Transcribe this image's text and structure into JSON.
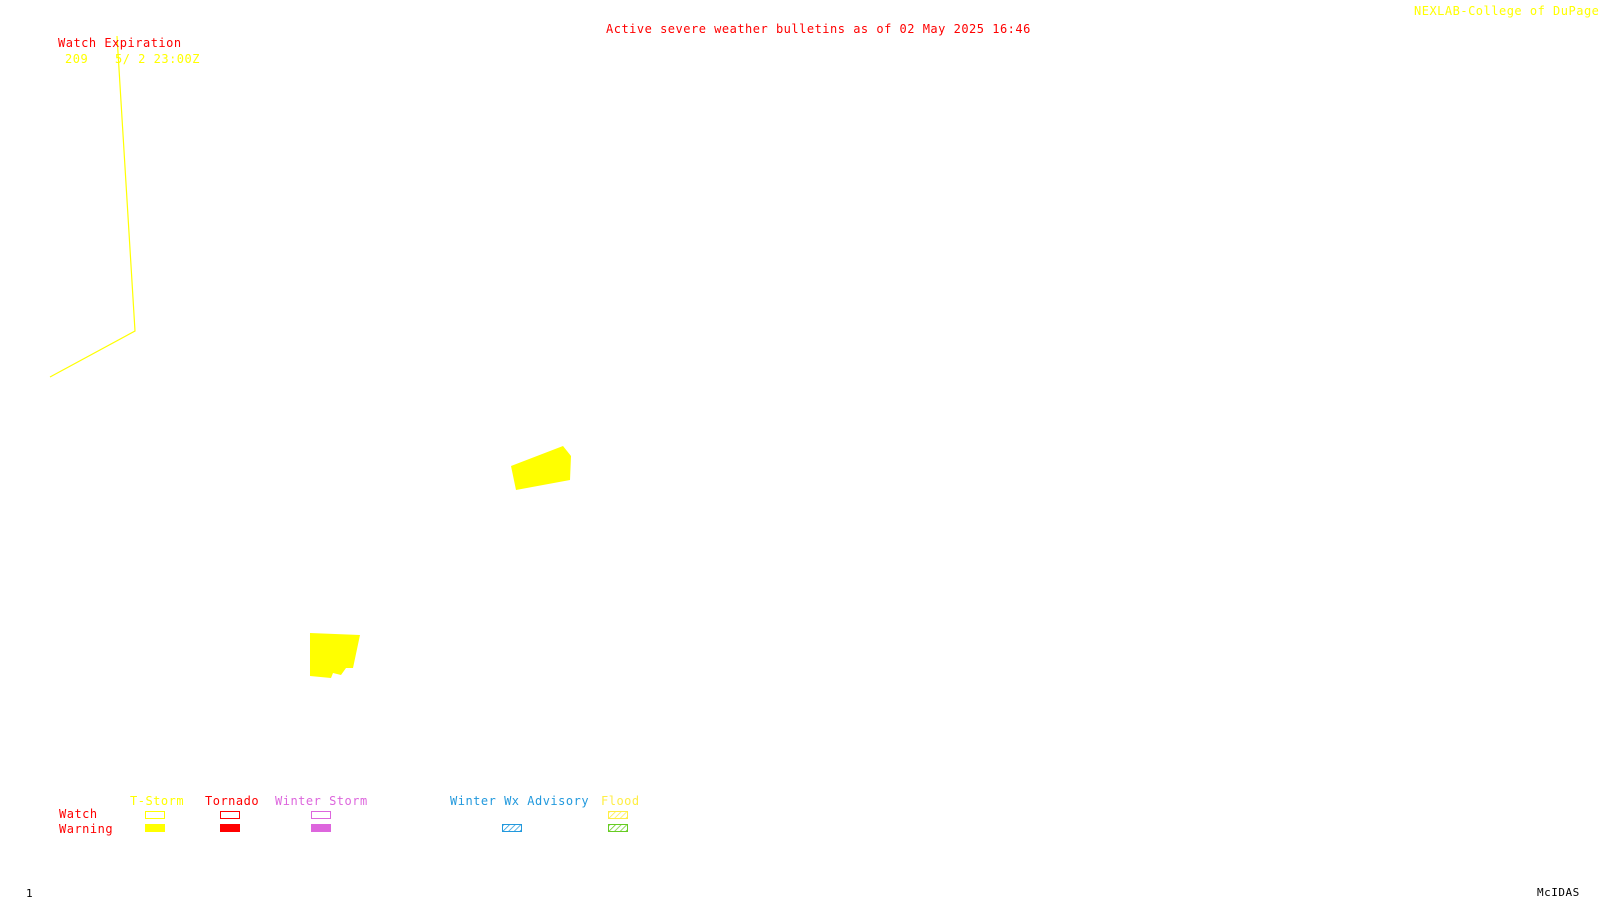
{
  "header": {
    "title": "Active severe weather bulletins as of 02 May 2025 16:46",
    "credit": "NEXLAB-College of DuPage R"
  },
  "watch_expiration": {
    "heading": "Watch Expiration",
    "entries": [
      {
        "number": "209",
        "expires": "5/ 2 23:00Z"
      }
    ]
  },
  "legend": {
    "row_labels": {
      "watch": "Watch",
      "warning": "Warning"
    },
    "categories": [
      {
        "id": "tstorm",
        "label": "T-Storm",
        "color": "#ffff00"
      },
      {
        "id": "tornado",
        "label": "Tornado",
        "color": "#ff0000"
      },
      {
        "id": "winter-storm",
        "label": "Winter Storm",
        "color": "#dd66dd"
      },
      {
        "id": "winter-wx-advisory",
        "label": "Winter Wx Advisory",
        "color": "#2299dd"
      },
      {
        "id": "flood",
        "label": "Flood",
        "color": "#ffee44",
        "warning_color": "#66cc22"
      }
    ]
  },
  "footer": {
    "frame": "1",
    "software": "McIDAS"
  },
  "colors": {
    "background": "#ffffff",
    "title": "#ff0000",
    "credit": "#ffff00",
    "watch_outline": "#ffff00",
    "tstorm_warning": "#ffff00"
  }
}
